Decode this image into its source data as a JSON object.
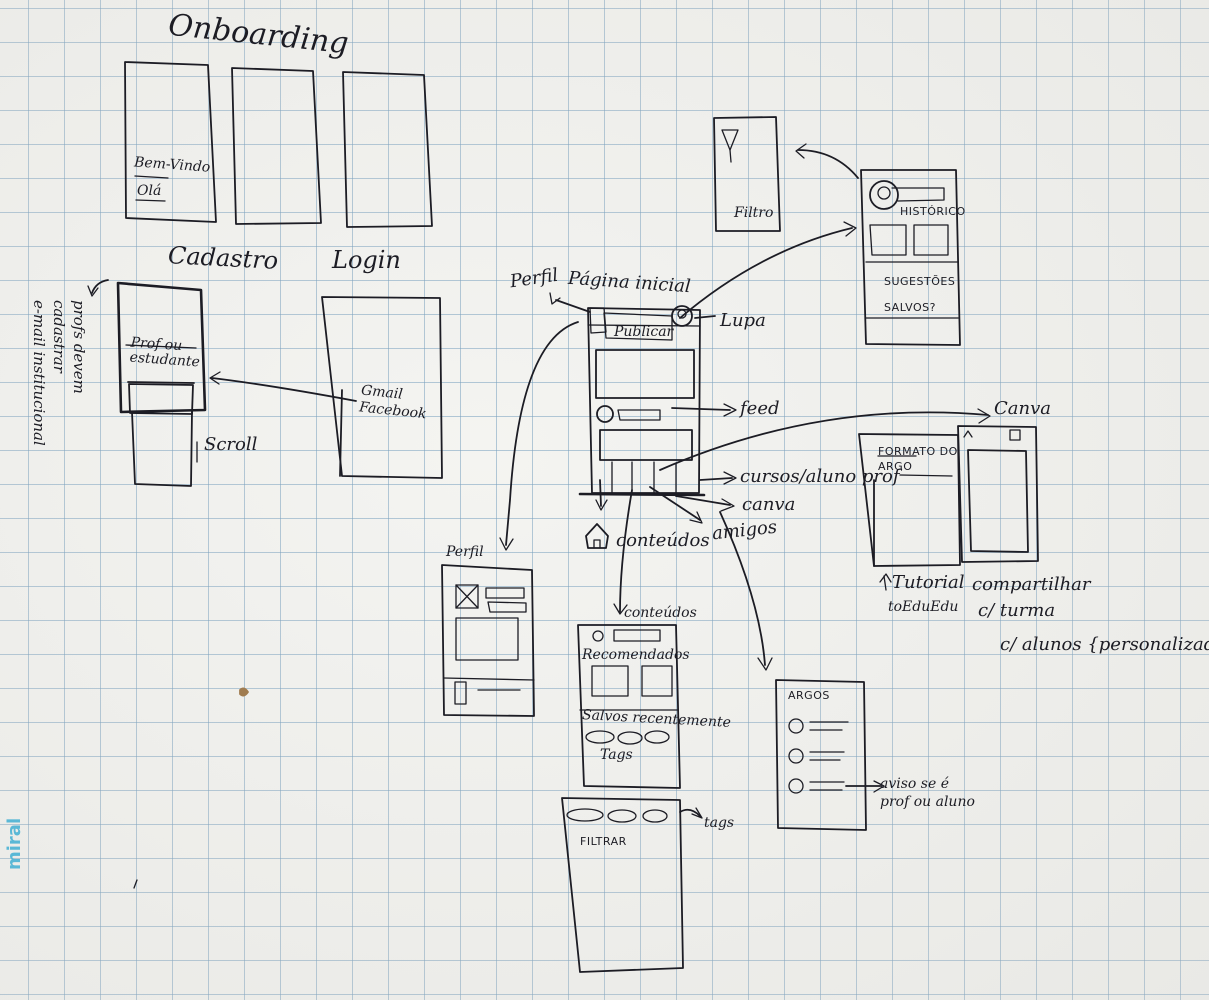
{
  "texts": {
    "onboarding": "Onboarding",
    "bem_vindo": "Bem-Vindo",
    "ola": "Olá",
    "cadastro": "Cadastro",
    "login": "Login",
    "prof_ou_estudante": "Prof ou estudante",
    "scroll": "Scroll",
    "gmail_facebook": "Gmail Facebook",
    "side_note_1": "profs devem",
    "side_note_2": "cadastrar",
    "side_note_3": "e-mail institucional",
    "perfil_top": "Perfil",
    "pagina_inicial": "Página inicial",
    "publicar": "Publicar",
    "lupa": "Lupa",
    "feed": "feed",
    "filtro": "Filtro",
    "historico": "HISTÓRICO",
    "sugestoes": "SUGESTÕES",
    "salvos": "SALVOS?",
    "canva": "Canva",
    "formato_do_argo": "FORMATO DO ARGO",
    "cursos_aluno_prof": "cursos/aluno prof",
    "canva_lower": "canva",
    "amigos": "amigos",
    "conteudos": "conteúdos",
    "perfil_bottom": "Perfil",
    "conteudos2": "conteúdos",
    "recomendados": "Recomendados",
    "salvos_recentemente": "Salvos recentemente",
    "tags": "Tags",
    "argos": "ARGOS",
    "aviso": "aviso se é prof ou aluno",
    "tutorial": "Tutorial",
    "edu": "toEduEdu",
    "compartilhar": "compartilhar",
    "c_turma": "c/ turma",
    "c_alunos": "c/ alunos {personalizado",
    "filtrar": "FILTRAR",
    "tags2": "tags",
    "brand": "miral"
  },
  "colors": {
    "ink": "#1c1c24",
    "grid": "#78a0be",
    "paper": "#f4f4f1",
    "brand": "#5ab8d6"
  }
}
